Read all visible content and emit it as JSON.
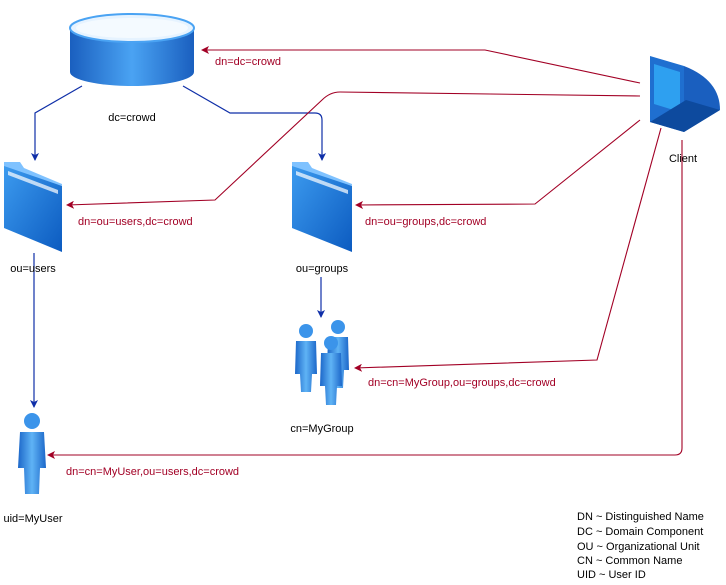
{
  "nodes": {
    "root": "dc=crowd",
    "users": "ou=users",
    "groups": "ou=groups",
    "group": "cn=MyGroup",
    "user": "uid=MyUser",
    "client": "Client"
  },
  "edges": {
    "to_root": "dn=dc=crowd",
    "to_users": "dn=ou=users,dc=crowd",
    "to_groups": "dn=ou=groups,dc=crowd",
    "to_group": "dn=cn=MyGroup,ou=groups,dc=crowd",
    "to_user": "dn=cn=MyUser,ou=users,dc=crowd"
  },
  "legend": [
    "DN ~ Distinguished Name",
    "DC ~ Domain Component",
    "OU ~ Organizational Unit",
    "CN ~ Common Name",
    "UID ~ User ID"
  ],
  "colors": {
    "request_edge": "#a20025",
    "tree_edge": "#0f2fa8",
    "icon_blue": "#2a7fd8"
  }
}
